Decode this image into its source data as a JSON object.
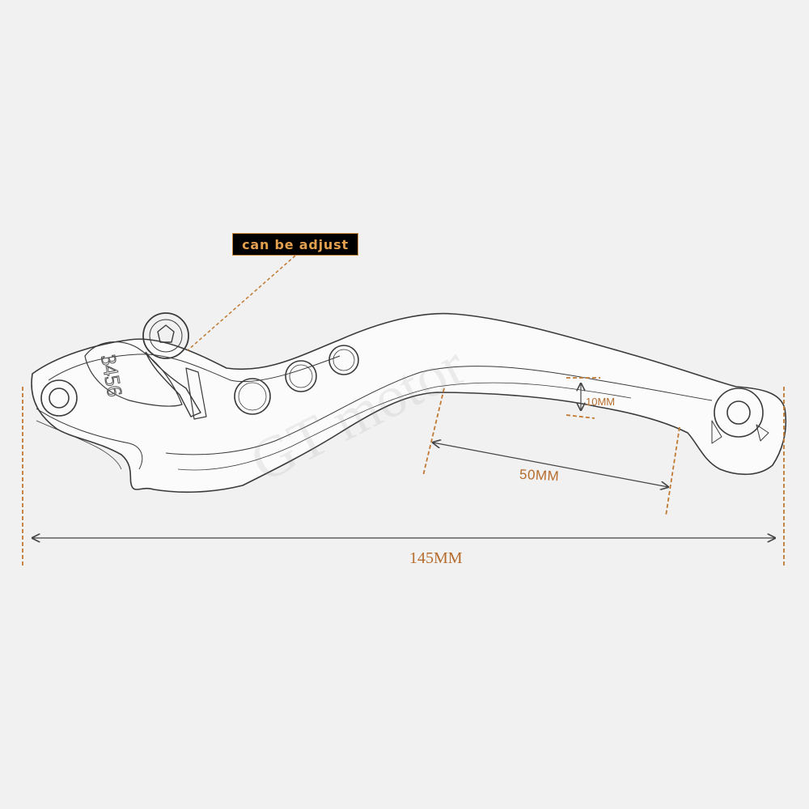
{
  "callout": {
    "text": "can be adjust"
  },
  "dimensions": {
    "width_label": "10MM",
    "span_label": "50MM",
    "total_label": "145MM"
  },
  "watermark": "GT motor",
  "engraving": "3456",
  "colors": {
    "background": "#f1f1f1",
    "dimension_lines": "#c07a33",
    "dimension_text": "#b56c2c",
    "callout_bg": "#000000",
    "callout_text": "#e3a04f",
    "outline": "#3a3a3a"
  }
}
